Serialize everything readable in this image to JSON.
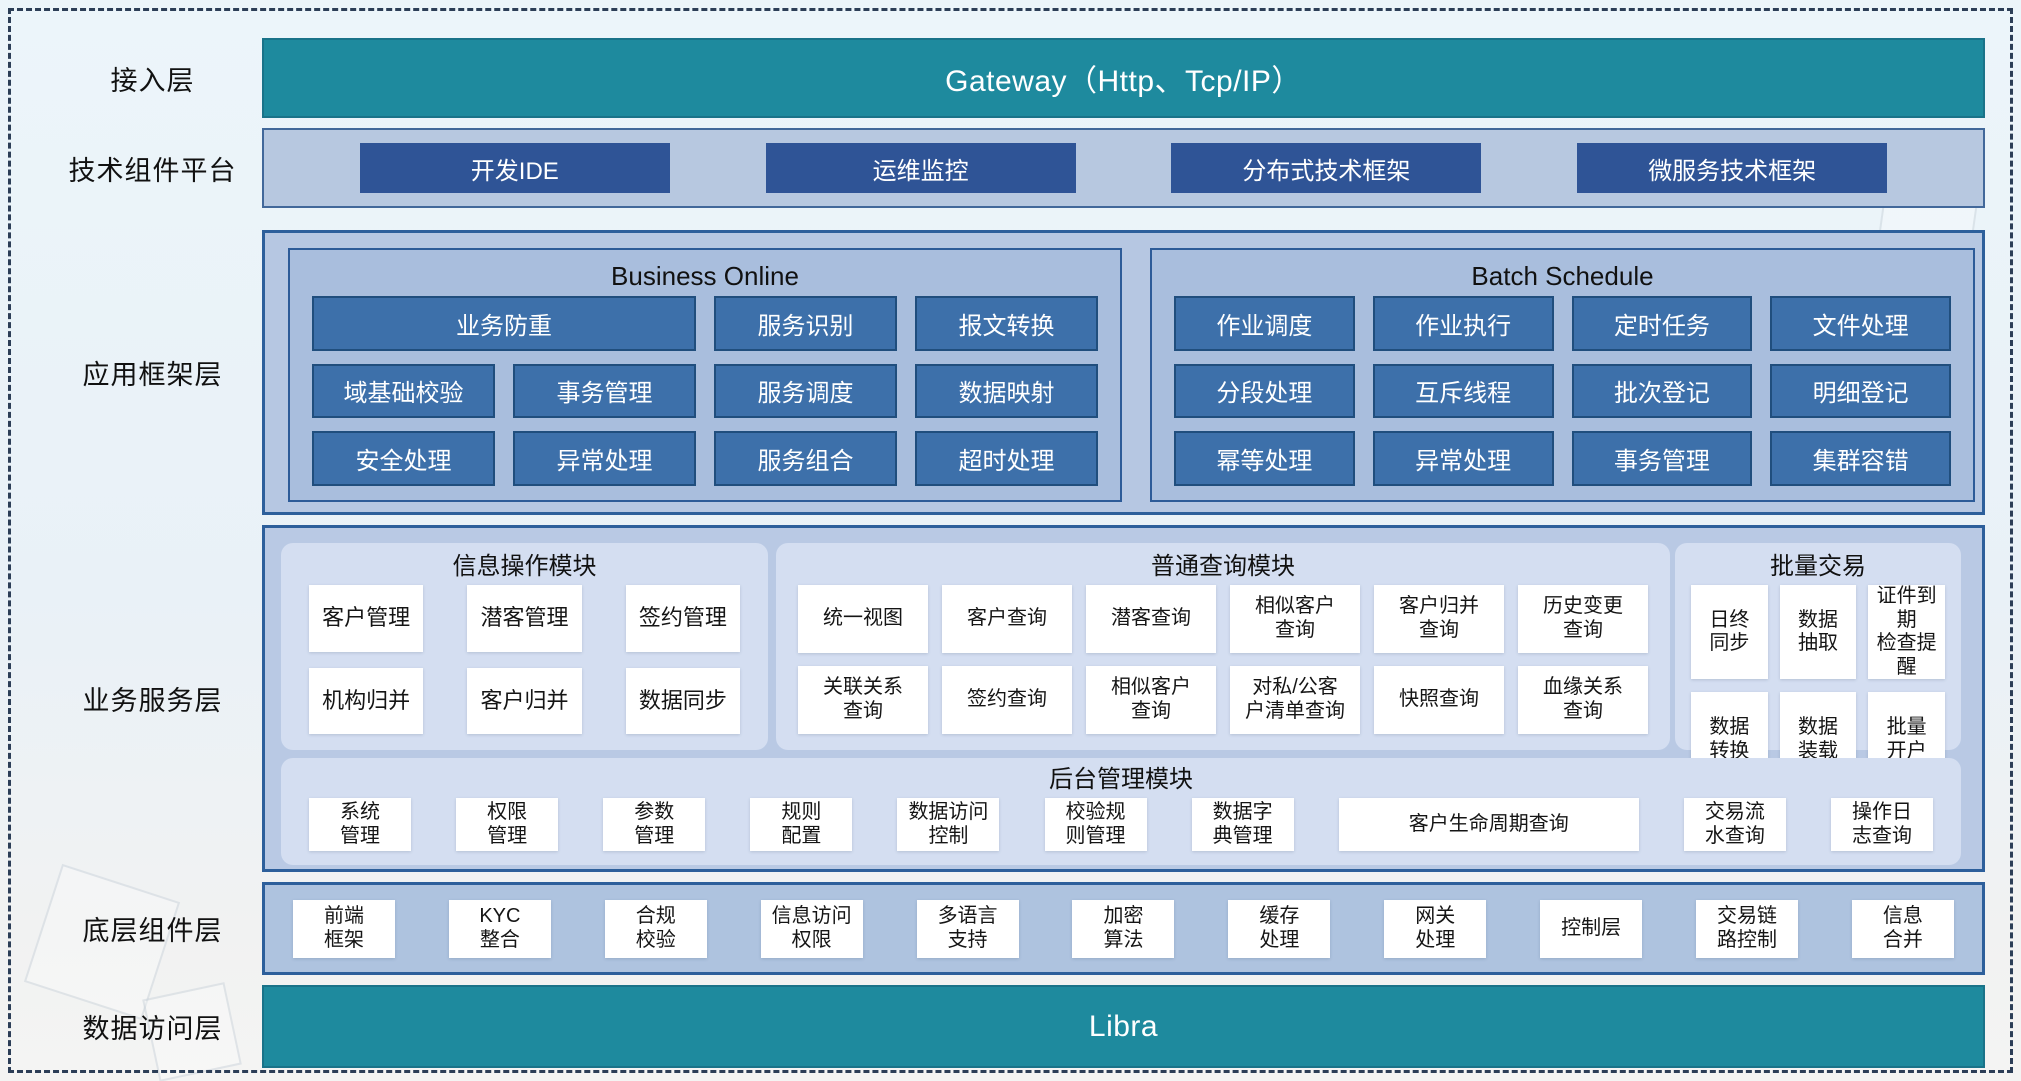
{
  "colors": {
    "teal": "#1e8a9e",
    "navy_button": "#2f5496",
    "mid_blue_button": "#3d70aa",
    "panel_fill": "#b6c7e2",
    "inner_panel_fill": "#a9bedd",
    "card_fill": "#d4def1",
    "panel_border": "#2d5f9b"
  },
  "labels": {
    "access": "接入层",
    "tech": "技术组件平台",
    "appframe": "应用框架层",
    "bizservice": "业务服务层",
    "bottom": "底层组件层",
    "dataaccess": "数据访问层"
  },
  "access": {
    "title": "Gateway（Http、Tcp/IP）"
  },
  "tech": {
    "items": [
      "开发IDE",
      "运维监控",
      "分布式技术框架",
      "微服务技术框架"
    ]
  },
  "business_online": {
    "title": "Business Online",
    "row1": [
      "业务防重",
      "服务识别",
      "报文转换"
    ],
    "row2": [
      "域基础校验",
      "事务管理",
      "服务调度",
      "数据映射"
    ],
    "row3": [
      "安全处理",
      "异常处理",
      "服务组合",
      "超时处理"
    ]
  },
  "batch_schedule": {
    "title": "Batch Schedule",
    "row1": [
      "作业调度",
      "作业执行",
      "定时任务",
      "文件处理"
    ],
    "row2": [
      "分段处理",
      "互斥线程",
      "批次登记",
      "明细登记"
    ],
    "row3": [
      "幂等处理",
      "异常处理",
      "事务管理",
      "集群容错"
    ]
  },
  "info_module": {
    "title": "信息操作模块",
    "row1": [
      "客户管理",
      "潜客管理",
      "签约管理"
    ],
    "row2": [
      "机构归并",
      "客户归并",
      "数据同步"
    ]
  },
  "query_module": {
    "title": "普通查询模块",
    "row1": [
      "统一视图",
      "客户查询",
      "潜客查询",
      "相似客户\n查询",
      "客户归并\n查询",
      "历史变更\n查询"
    ],
    "row2": [
      "关联关系\n查询",
      "签约查询",
      "相似客户\n查询",
      "对私/公客\n户清单查询",
      "快照查询",
      "血缘关系\n查询"
    ]
  },
  "batch_trade": {
    "title": "批量交易",
    "row1": [
      "日终\n同步",
      "数据\n抽取",
      "证件到期\n检查提醒"
    ],
    "row2": [
      "数据\n转换",
      "数据\n装载",
      "批量\n开户"
    ]
  },
  "admin_module": {
    "title": "后台管理模块",
    "items": [
      "系统\n管理",
      "权限\n管理",
      "参数\n管理",
      "规则\n配置",
      "数据访问\n控制",
      "校验规\n则管理",
      "数据字\n典管理",
      "客户生命周期查询",
      "交易流\n水查询",
      "操作日\n志查询"
    ]
  },
  "bottom_layer": {
    "items": [
      "前端\n框架",
      "KYC\n整合",
      "合规\n校验",
      "信息访问\n权限",
      "多语言\n支持",
      "加密\n算法",
      "缓存\n处理",
      "网关\n处理",
      "控制层",
      "交易链\n路控制",
      "信息\n合并"
    ]
  },
  "data_access": {
    "title": "Libra"
  }
}
